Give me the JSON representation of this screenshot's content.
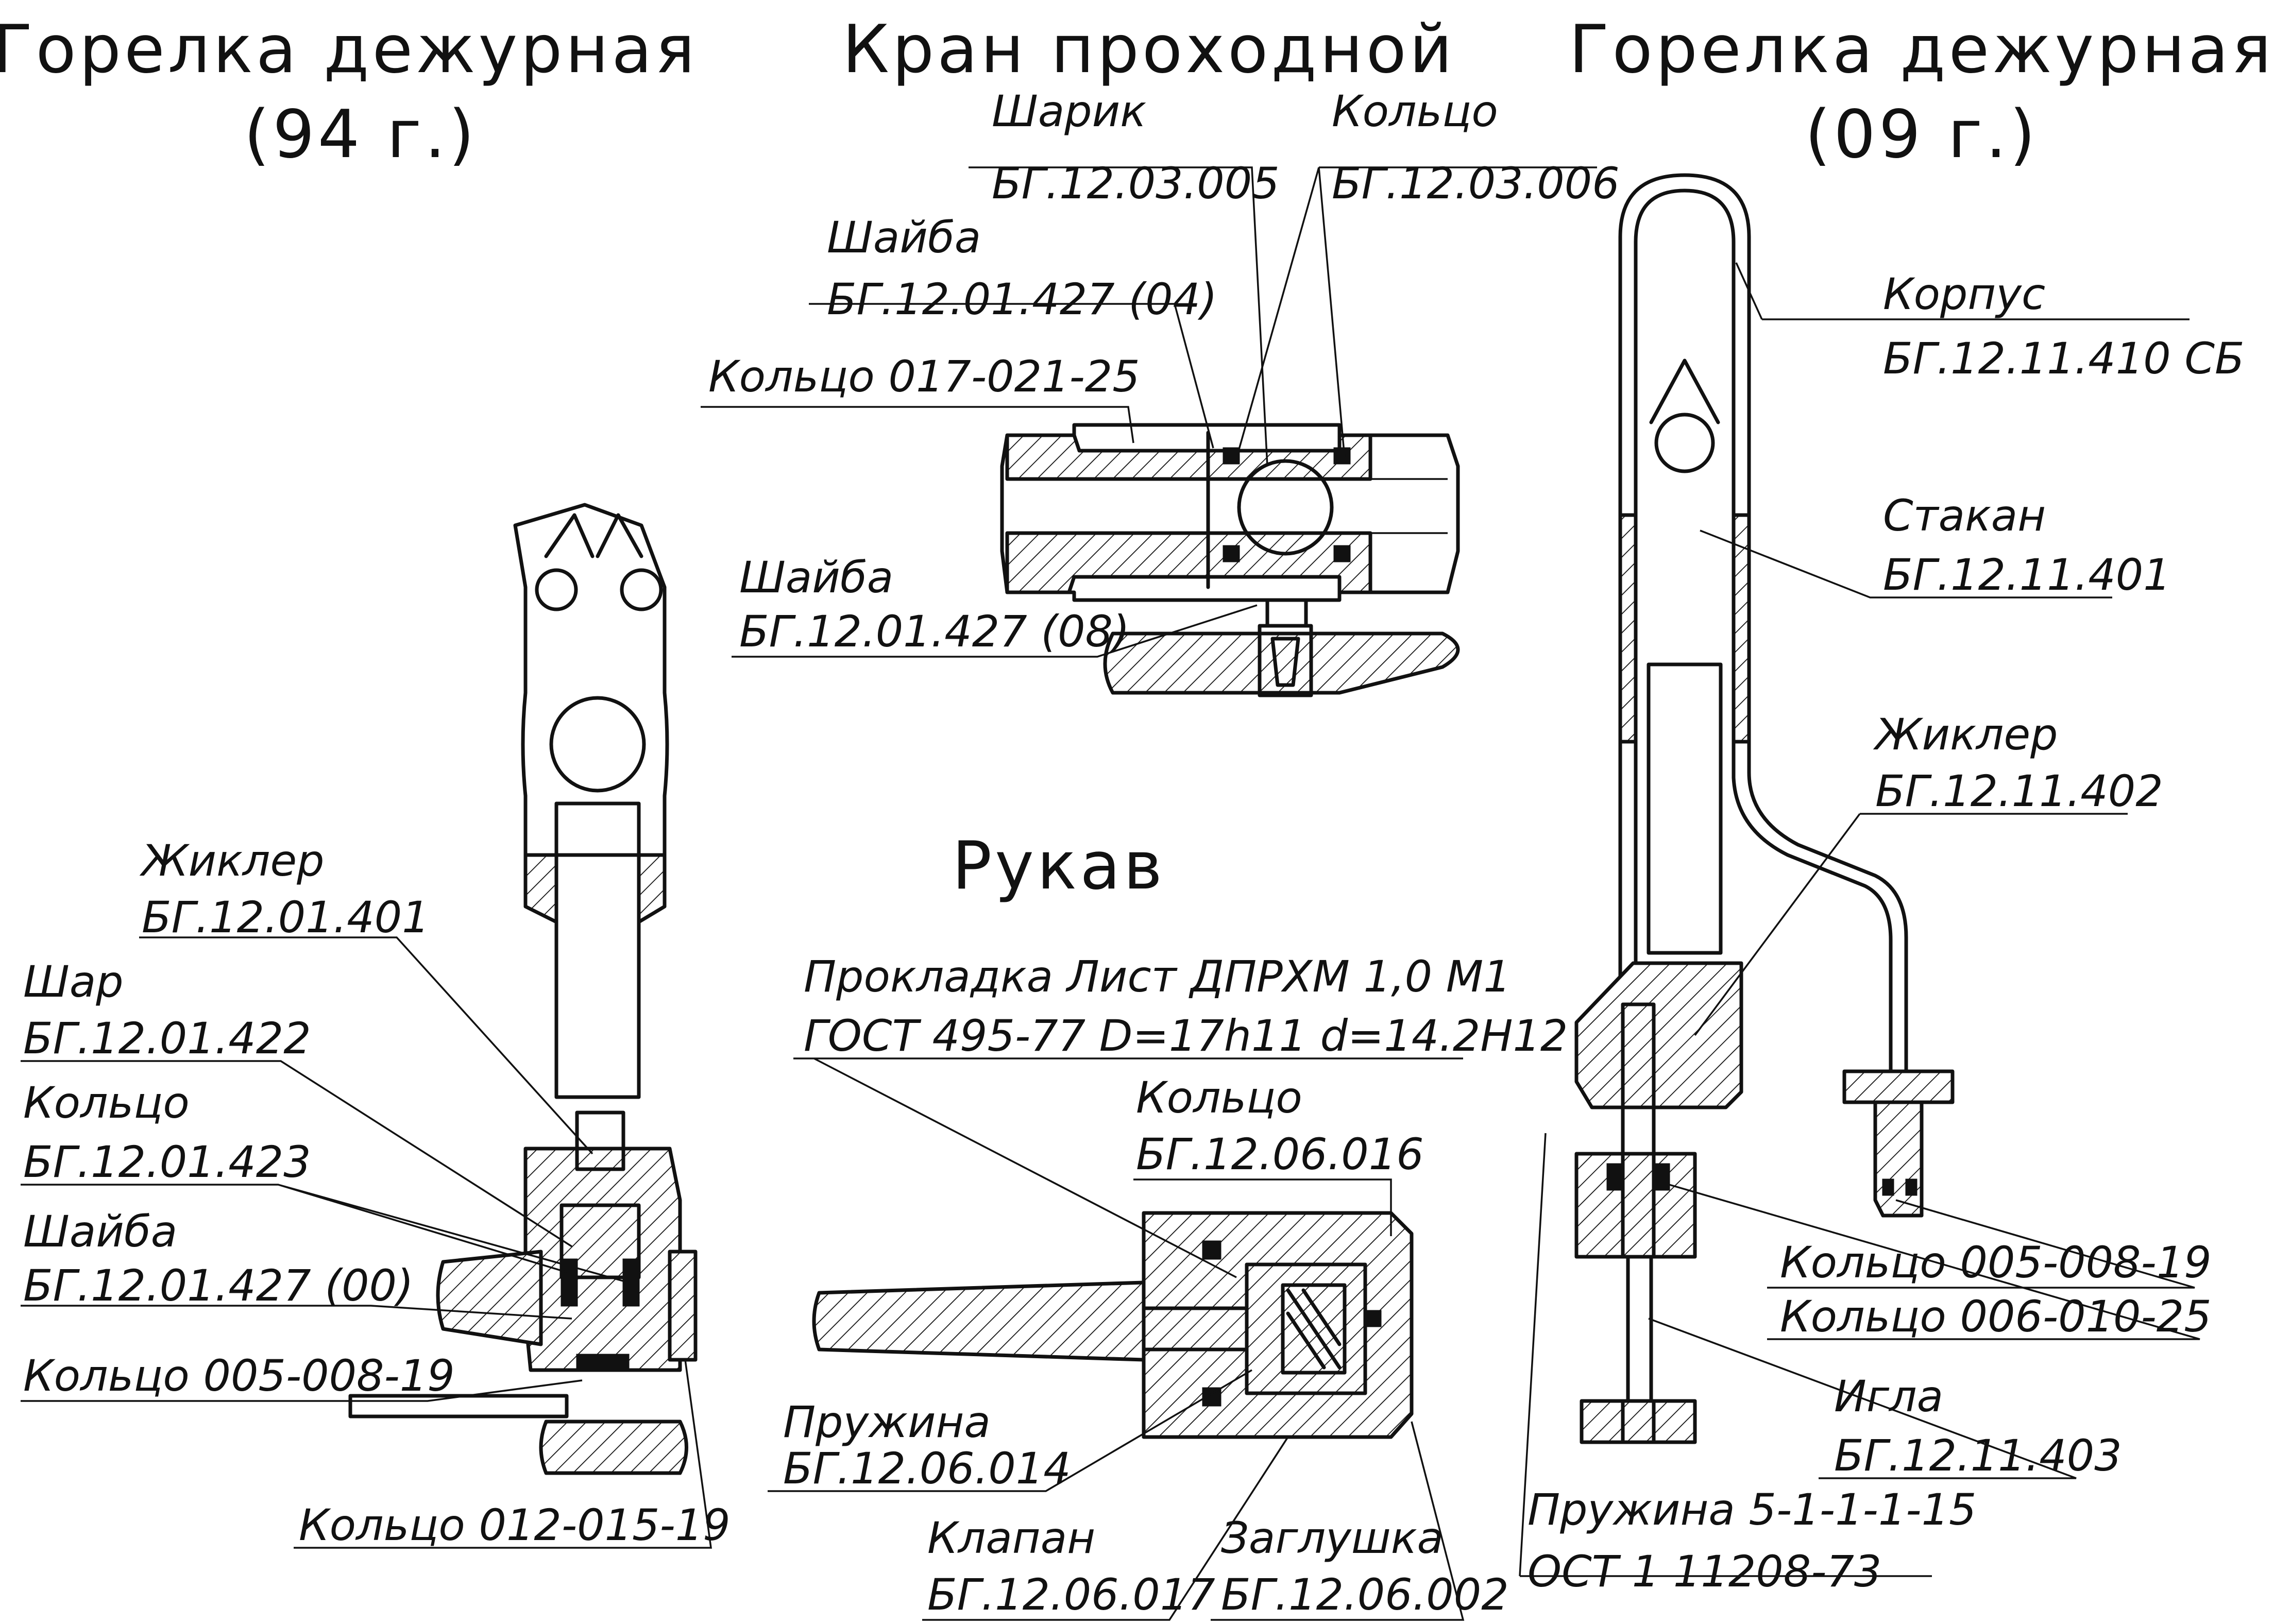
{
  "titles": {
    "burner_94": [
      "Горелка дежурная",
      "(94 г.)"
    ],
    "valve": "Кран проходной",
    "burner_09": [
      "Горелка дежурная",
      "(09 г.)"
    ],
    "hose": "Рукав"
  },
  "callouts": {
    "valve_ball": [
      "Шарик",
      "БГ.12.03.005"
    ],
    "valve_ring": [
      "Кольцо",
      "БГ.12.03.006"
    ],
    "valve_washer_04": [
      "Шайба",
      "БГ.12.01.427 (04)"
    ],
    "valve_ring_017": "Кольцо 017-021-25",
    "valve_washer_08": [
      "Шайба",
      "БГ.12.01.427 (08)"
    ],
    "b94_jet": [
      "Жиклер",
      "БГ.12.01.401"
    ],
    "b94_ball": [
      "Шар",
      "БГ.12.01.422"
    ],
    "b94_ring": [
      "Кольцо",
      "БГ.12.01.423"
    ],
    "b94_washer": [
      "Шайба",
      "БГ.12.01.427 (00)"
    ],
    "b94_ring_005": "Кольцо 005-008-19",
    "b94_ring_012": "Кольцо 012-015-19",
    "hose_gasket": [
      "Прокладка Лист ДПРХМ 1,0 М1",
      "ГОСТ 495-77 D=17h11 d=14.2H12"
    ],
    "hose_ring": [
      "Кольцо",
      "БГ.12.06.016"
    ],
    "hose_spring": [
      "Пружина",
      "БГ.12.06.014"
    ],
    "hose_valve": [
      "Клапан",
      "БГ.12.06.017"
    ],
    "hose_plug": [
      "Заглушка",
      "БГ.12.06.002"
    ],
    "b09_body": [
      "Корпус",
      "БГ.12.11.410 СБ"
    ],
    "b09_cup": [
      "Стакан",
      "БГ.12.11.401"
    ],
    "b09_jet": [
      "Жиклер",
      "БГ.12.11.402"
    ],
    "b09_ring_005": "Кольцо 005-008-19",
    "b09_ring_006": "Кольцо 006-010-25",
    "b09_needle": [
      "Игла",
      "БГ.12.11.403"
    ],
    "b09_spring": [
      "Пружина 5-1-1-1-15",
      "ОСТ 1 11208-73"
    ]
  }
}
